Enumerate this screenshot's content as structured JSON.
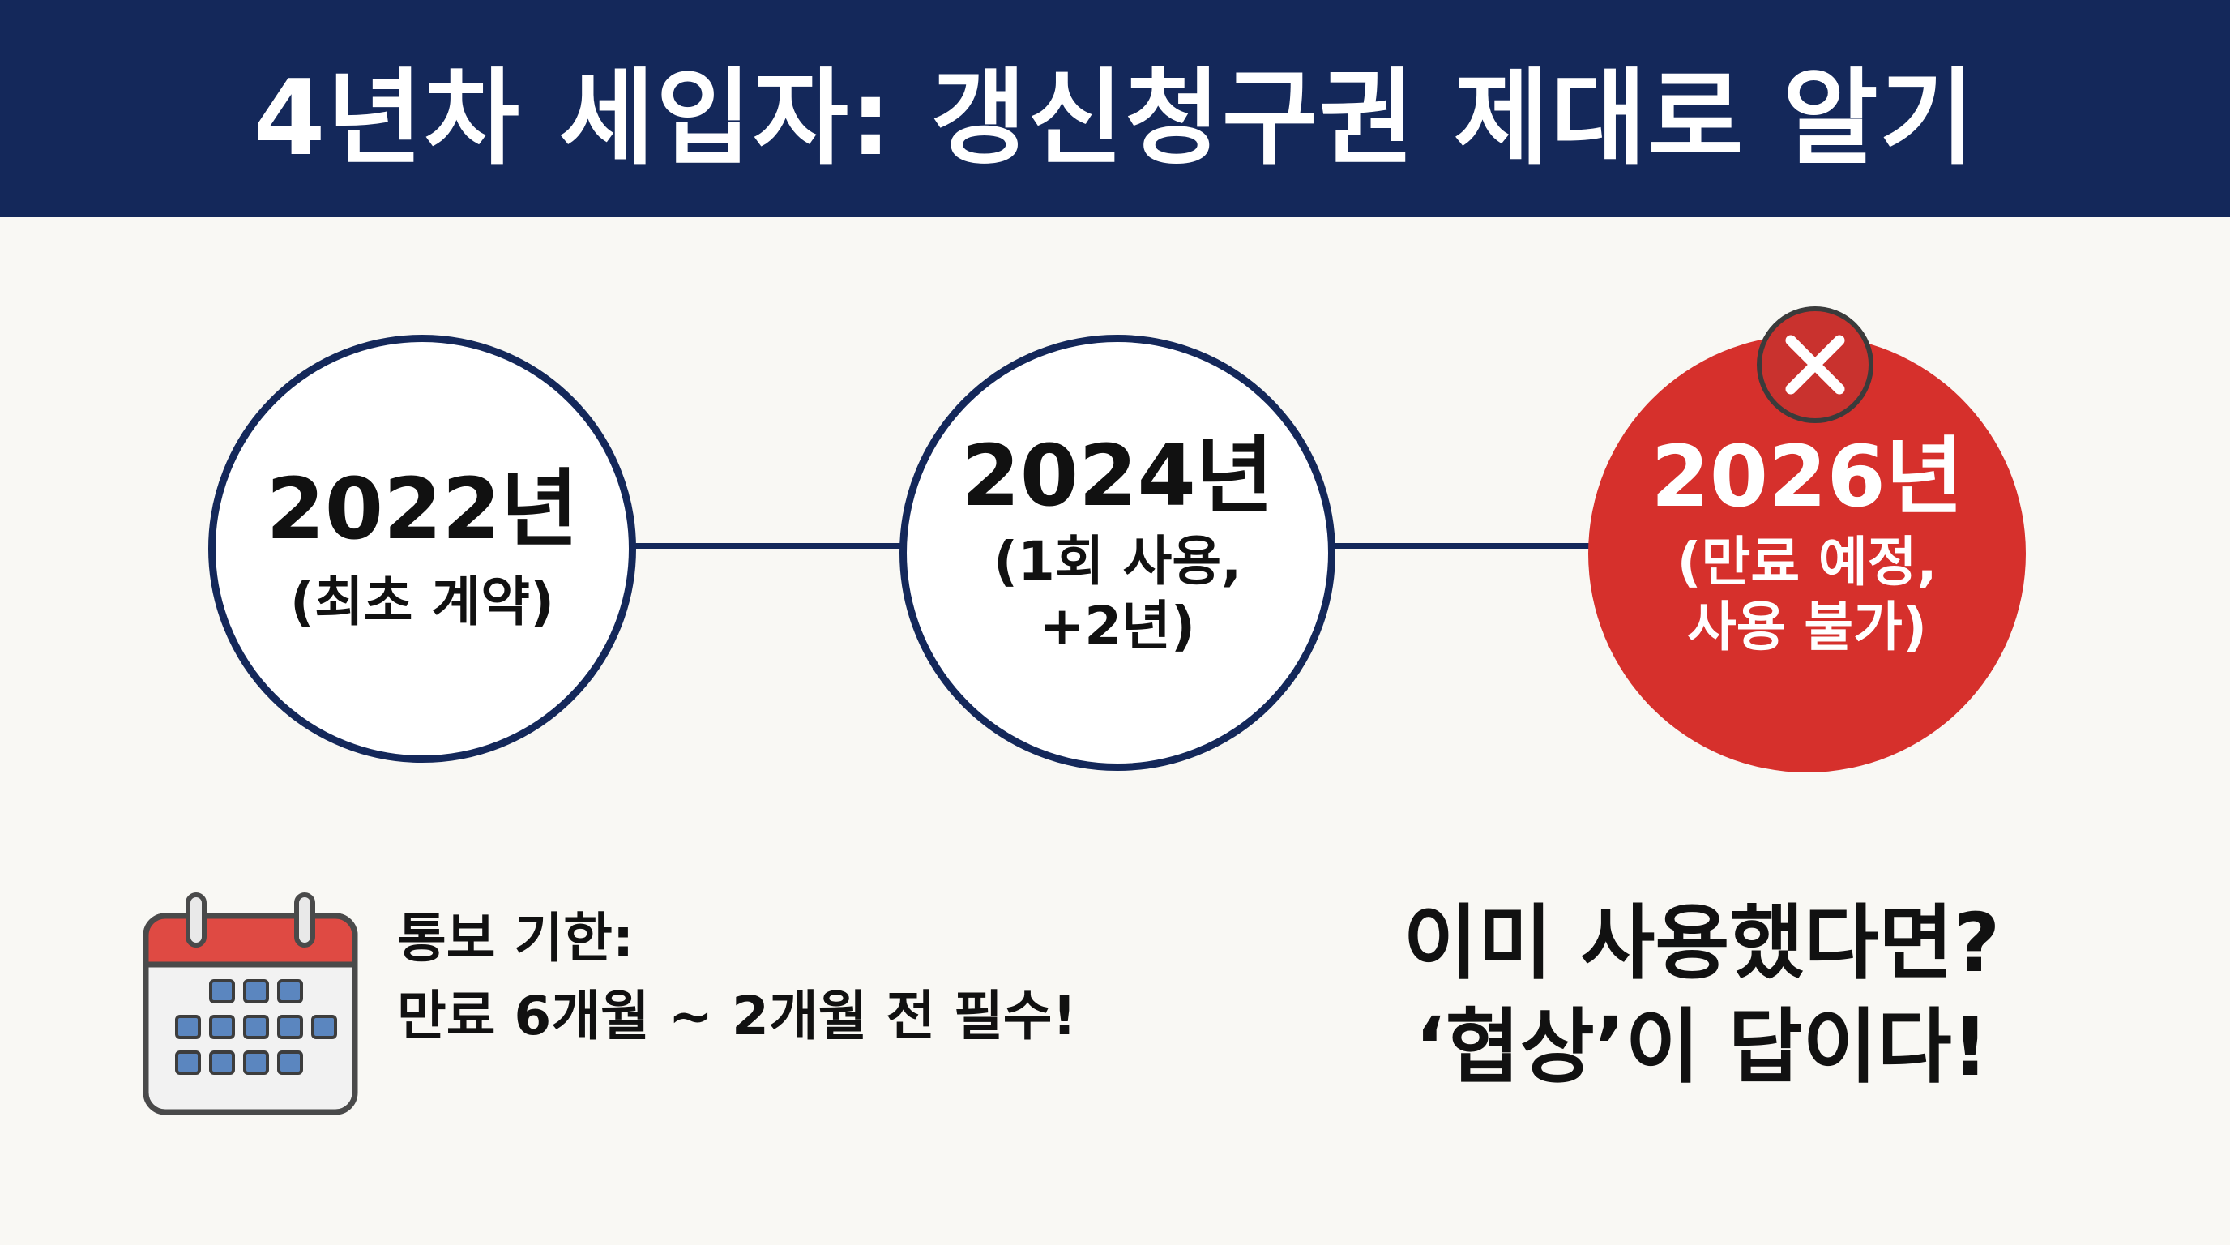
{
  "header": {
    "title": "4년차 세입자: 갱신청구권 제대로 알기"
  },
  "timeline": [
    {
      "year": "2022년",
      "detail": "(최초 계약)",
      "state": "normal"
    },
    {
      "year": "2024년",
      "detail": "(1회 사용,\n+2년)",
      "state": "normal"
    },
    {
      "year": "2026년",
      "detail": "(만료 예정,\n사용 불가)",
      "state": "blocked"
    }
  ],
  "notice": {
    "line1": "통보 기한:",
    "line2": "만료 6개월 ~ 2개월 전 필수!"
  },
  "callout": {
    "line1": "이미 사용했다면?",
    "line2": "‘협상’이 답이다!"
  },
  "icons": {
    "blocked": "x-circle-icon",
    "deadline": "calendar-icon"
  },
  "colors": {
    "navy": "#14285a",
    "red": "#d6302c",
    "background": "#f9f8f4"
  }
}
